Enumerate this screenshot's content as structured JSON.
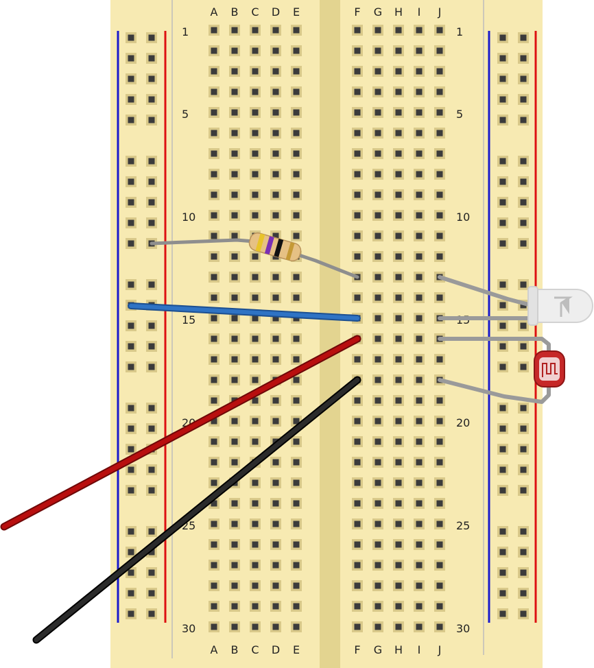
{
  "breadboard": {
    "column_labels_left": [
      "A",
      "B",
      "C",
      "D",
      "E"
    ],
    "column_labels_right": [
      "F",
      "G",
      "H",
      "I",
      "J"
    ],
    "row_count": 30,
    "row_number_labels": [
      "1",
      "5",
      "10",
      "15",
      "20",
      "25",
      "30"
    ],
    "colors": {
      "board": "#f7eab2",
      "channel": "#e3d490",
      "hole": "#3b3b3b",
      "hole_ring": "#d9c98a",
      "rail_negative": "#1a1acc",
      "rail_positive": "#dd1111"
    }
  },
  "components": {
    "resistor": {
      "icon": "resistor-icon",
      "bands": [
        "#e8c42a",
        "#7a2fb5",
        "#111111",
        "#c59a35"
      ]
    },
    "led": {
      "icon": "led-icon",
      "color": "#eeeeee"
    },
    "photoresistor": {
      "icon": "photoresistor-icon",
      "color": "#c62828"
    }
  },
  "wires": [
    {
      "name": "blue-wire",
      "color": "#2f73c4"
    },
    {
      "name": "red-wire",
      "color": "#b80f0f"
    },
    {
      "name": "black-wire",
      "color": "#222222"
    },
    {
      "name": "resistor-lead-left",
      "color": "#8e8e8e"
    },
    {
      "name": "resistor-lead-right",
      "color": "#8e8e8e"
    },
    {
      "name": "led-lead-1",
      "color": "#9a9a9a"
    },
    {
      "name": "led-lead-2",
      "color": "#9a9a9a"
    },
    {
      "name": "ldr-lead-1",
      "color": "#9a9a9a"
    },
    {
      "name": "ldr-lead-2",
      "color": "#9a9a9a"
    }
  ]
}
